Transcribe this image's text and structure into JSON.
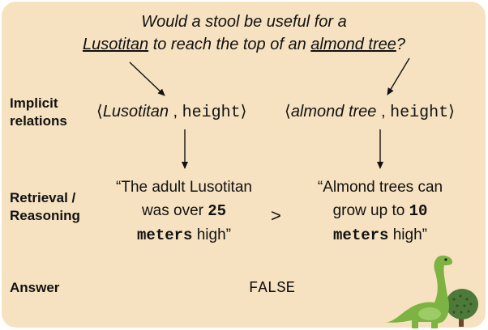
{
  "question": {
    "line1": "Would a stool be useful for a",
    "entity1": "Lusotitan",
    "middle": "to reach the top of an",
    "entity2": "almond tree",
    "end": "?"
  },
  "rows": {
    "implicit_line1": "Implicit",
    "implicit_line2": "relations",
    "retrieval_line1": "Retrieval /",
    "retrieval_line2": "Reasoning",
    "answer": "Answer"
  },
  "relations": {
    "left_open": "⟨",
    "left_entity": "Lusotitan",
    "left_sep": " , ",
    "left_attr": "height",
    "left_close": "⟩",
    "right_open": "⟨",
    "right_entity": "almond tree",
    "right_sep": " , ",
    "right_attr": "height",
    "right_close": "⟩"
  },
  "retrieval": {
    "left_line1": "“The adult Lusotitan",
    "left_line2a": "was over",
    "left_value": "25",
    "left_unit": "meters",
    "left_line3": "high”",
    "comparison": ">",
    "right_line1": "“Almond trees can",
    "right_line2a": "grow up to",
    "right_value": "10",
    "right_unit": "meters",
    "right_line3": "high”"
  },
  "answer": {
    "value": "FALSE"
  },
  "colors": {
    "card_background": "#f6e2c0",
    "dinosaur": "#7cb342",
    "tree": "#4d7a3a"
  }
}
